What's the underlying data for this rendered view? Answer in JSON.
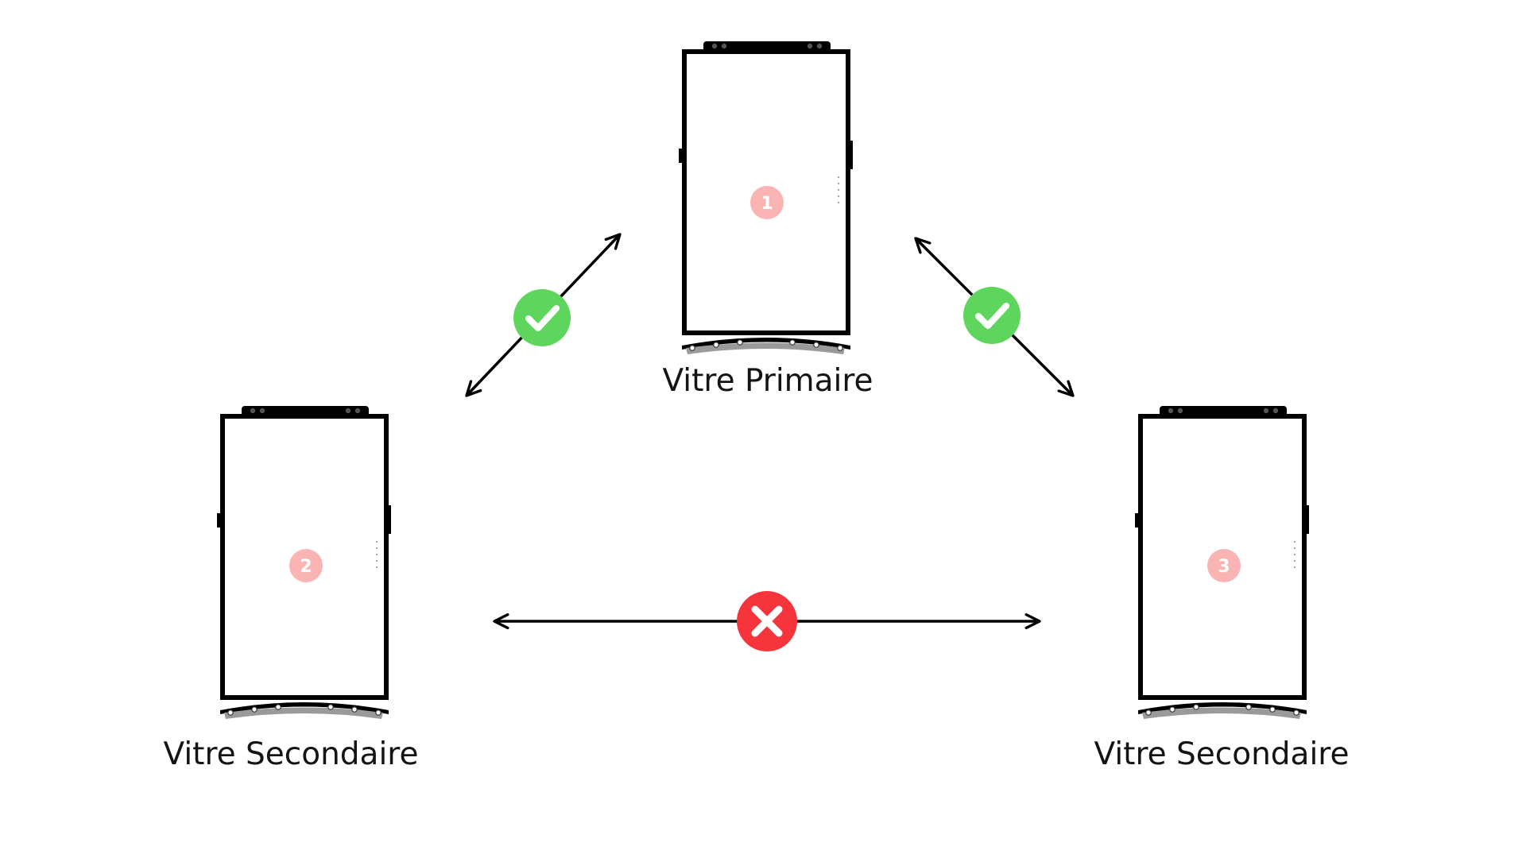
{
  "devices": [
    {
      "number": "1",
      "label": "Vitre Primaire"
    },
    {
      "number": "2",
      "label": "Vitre Secondaire"
    },
    {
      "number": "3",
      "label": "Vitre Secondaire"
    }
  ],
  "connections": [
    {
      "from": "1",
      "to": "2",
      "status": "allowed"
    },
    {
      "from": "1",
      "to": "3",
      "status": "allowed"
    },
    {
      "from": "2",
      "to": "3",
      "status": "not-allowed"
    }
  ],
  "colors": {
    "allowed": "#5ed65e",
    "not_allowed": "#f5353b",
    "number_badge": "#fbb4b4",
    "outline": "#000000"
  },
  "icons": {
    "allowed": "check-icon",
    "not_allowed": "cross-icon"
  }
}
